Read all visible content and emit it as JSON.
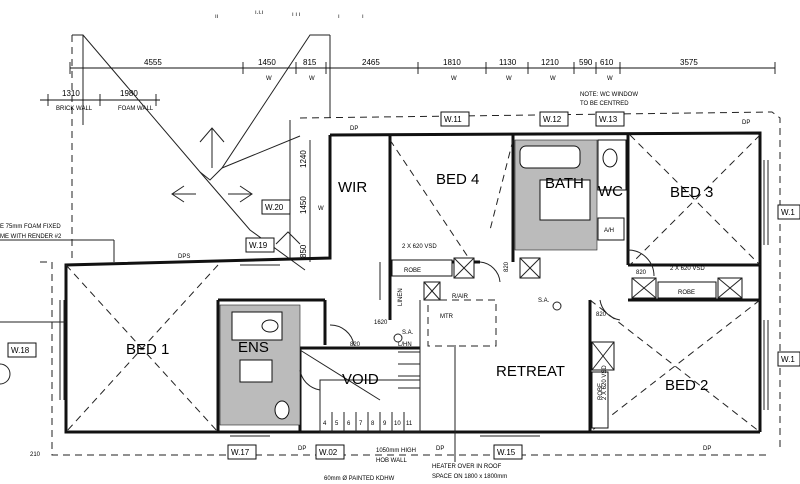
{
  "top_dimensions": [
    "4555",
    "1450",
    "815",
    "2465",
    "1810",
    "1130",
    "1210",
    "590",
    "610",
    "3575"
  ],
  "top_w_marks": [
    "W",
    "W",
    "W",
    "W",
    "W",
    "W"
  ],
  "left_dimensions": [
    "1310",
    "1980"
  ],
  "left_dim_labels": [
    "BRICK WALL",
    "FOAM WALL"
  ],
  "vertical_dimensions": [
    "1240",
    "1450",
    "850"
  ],
  "vertical_w_mark": "W",
  "notes": {
    "wc_window": "NOTE: WC WINDOW",
    "to_be_centred": "TO BE CENTRED",
    "foam_1": "E 75mm FOAM FIXED",
    "foam_2": "ME WITH RENDER #2",
    "hob_1": "1050mm HIGH",
    "hob_2": "HOB WALL",
    "kdhw": "60mm Ø PAINTED KDHW",
    "heater_1": "HEATER OVER IN ROOF",
    "heater_2": "SPACE ON 1800 x 1800mm"
  },
  "rooms": {
    "wir": "WIR",
    "bed4": "BED 4",
    "bath": "BATH",
    "wc": "WC",
    "bed3": "BED 3",
    "bed1": "BED 1",
    "ens": "ENS",
    "void": "VOID",
    "retreat": "RETREAT",
    "bed2": "BED 2"
  },
  "windows": {
    "w11": "W.11",
    "w12": "W.12",
    "w13": "W.13",
    "w20": "W.20",
    "w19": "W.19",
    "w18": "W.18",
    "w17": "W.17",
    "w02": "W.02",
    "w15": "W.15",
    "w_right_top": "W.1",
    "w_right_mid": "W.1"
  },
  "fixtures": {
    "robe": "ROBE",
    "linen": "LINEN",
    "robe_v": "ROBE",
    "lhn": "L/HN",
    "rair": "R/AIR",
    "mtr": "MTR",
    "sa": "S.A.",
    "dp": "DP",
    "dps": "DPS",
    "ah": "A/H"
  },
  "door_dims": {
    "robe4": "2 X 620 VSD",
    "robe3": "2 X 620 VSD",
    "robe2": "2 X 620 VSD",
    "d1620": "1620",
    "d820": "820",
    "d210": "210"
  },
  "stairs": [
    "4",
    "5",
    "6",
    "7",
    "8",
    "9",
    "10",
    "11"
  ]
}
